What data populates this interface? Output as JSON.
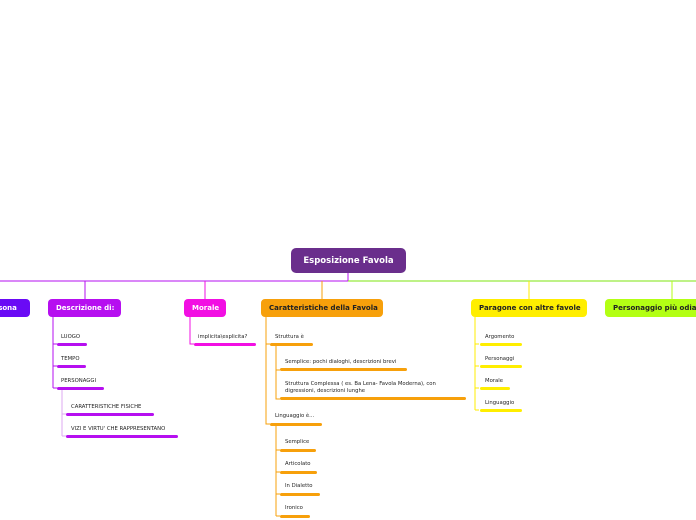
{
  "colors": {
    "root": "#6a2e8c",
    "persona": "#6a0af5",
    "descrizione": "#b60ff0",
    "morale": "#f20fe3",
    "caratteristiche": "#f7a00b",
    "paragone": "#ffee00",
    "personaggio": "#b3ff14"
  },
  "root": {
    "label": "Esposizione Favola"
  },
  "branches": {
    "persona": {
      "label": "ersona"
    },
    "descrizione": {
      "label": "Descrizione di:",
      "items": [
        "LUOGO",
        "TEMPO",
        "PERSONAGGI"
      ],
      "subitems": [
        "CARATTERISTICHE FISICHE",
        "VIZI E VIRTU' CHE RAPPRESENTANO"
      ]
    },
    "morale": {
      "label": "Morale",
      "items": [
        "implicita\\esplicita?"
      ]
    },
    "caratteristiche": {
      "label": "Caratteristiche della Favola",
      "struttura": "Struttura  è",
      "struttura_items": [
        "Semplice: pochi dialoghi, descrizioni brevi",
        "Struttura Complessa ( es. Ba Lena- Favola Moderna), con",
        "digressioni, descrizioni lunghe"
      ],
      "linguaggio": "Linguaggio è...",
      "linguaggio_items": [
        "Semplice",
        "Articolato",
        "In Dialetto",
        "Ironico"
      ]
    },
    "paragone": {
      "label": "Paragone con altre favole",
      "items": [
        "Argomento",
        "Personaggi",
        "Morale",
        "Linguaggio"
      ]
    },
    "personaggio": {
      "label": "Personaggio più odiat"
    }
  }
}
